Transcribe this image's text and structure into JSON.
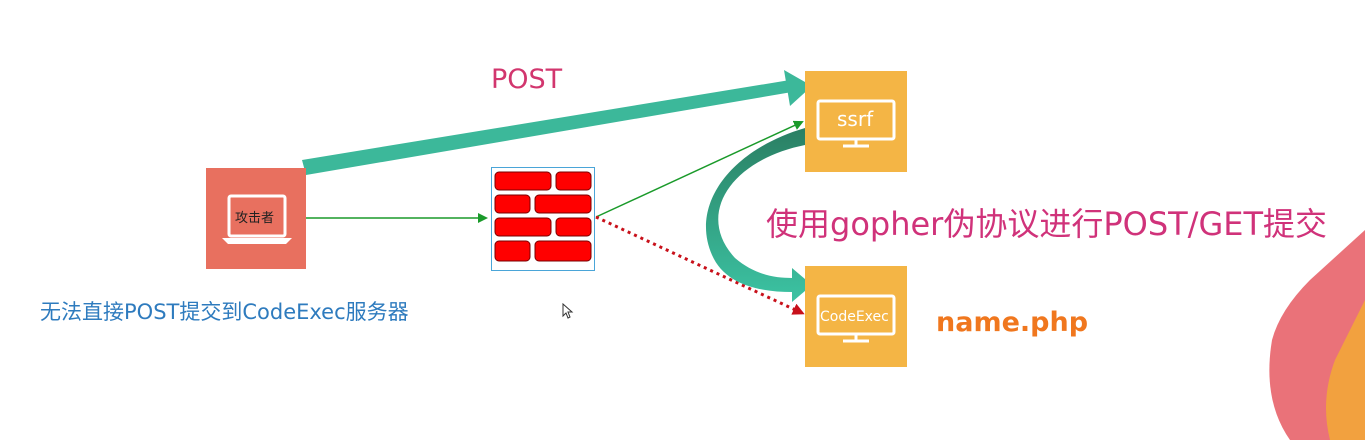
{
  "attacker": {
    "label": "攻击者"
  },
  "ssrf": {
    "label": "ssrf"
  },
  "codeexec": {
    "label": "CodeExec"
  },
  "labels": {
    "post": "POST",
    "gopher": "使用gopher伪协议进行POST/GET提交",
    "cannot_post": "无法直接POST提交到CodeExec服务器",
    "name_php": "name.php"
  },
  "colors": {
    "attacker_box": "#E8705F",
    "server_box": "#F4B545",
    "teal_arrow": "#3CB89A",
    "green_line": "#1A9A2A",
    "red_dotted": "#C8101A",
    "brick": "#FF0000",
    "post_text": "#D2366E",
    "gopher_text": "#D0327A",
    "blue_text": "#2E7BBE",
    "orange_text": "#F0771E"
  },
  "icons": {
    "attacker": "laptop-icon",
    "ssrf": "monitor-icon",
    "codeexec": "monitor-icon",
    "firewall": "brick-wall-icon"
  }
}
